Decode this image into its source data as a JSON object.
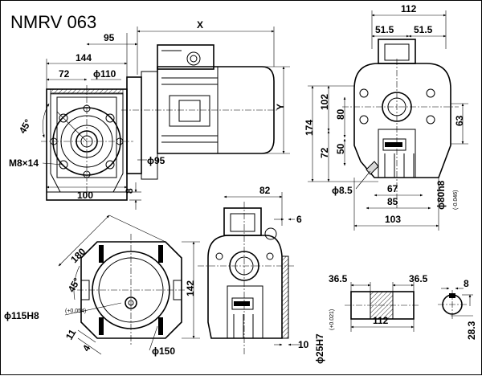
{
  "title": "NMRV 063",
  "front_view": {
    "dim_144": "144",
    "dim_72": "72",
    "dim_110": "ϕ110",
    "dim_45": "45°",
    "dim_m8": "M8×14",
    "dim_100": "100",
    "dim_8": "8"
  },
  "motor_view": {
    "dim_x": "X",
    "dim_95": "95",
    "dim_y": "Y",
    "dim_phi95": "ϕ95"
  },
  "side_view": {
    "dim_112": "112",
    "dim_51_5_left": "51.5",
    "dim_51_5_right": "51.5",
    "dim_174": "174",
    "dim_102": "102",
    "dim_72": "72",
    "dim_80": "80",
    "dim_50": "50",
    "dim_63": "63",
    "dim_phi8_5": "ϕ8.5",
    "dim_67": "67",
    "dim_85": "85",
    "dim_103": "103",
    "dim_phi80": "ϕ80h8",
    "dim_phi80_tol": "(-0.046)"
  },
  "flange_view": {
    "dim_180": "180",
    "dim_45": "45°",
    "dim_phi115": "ϕ115H8",
    "dim_phi115_tol": "(+0.054)",
    "dim_142": "142",
    "dim_11": "11",
    "dim_4": "4",
    "dim_phi150": "ϕ150"
  },
  "bottom_view": {
    "dim_82": "82",
    "dim_6": "6",
    "dim_10": "10",
    "dim_phi25": "ϕ25H7",
    "dim_phi25_tol": "(+0.021)"
  },
  "shaft_view": {
    "dim_36_5_left": "36.5",
    "dim_36_5_right": "36.5",
    "dim_112": "112",
    "dim_8": "8",
    "dim_28_3": "28.3"
  }
}
